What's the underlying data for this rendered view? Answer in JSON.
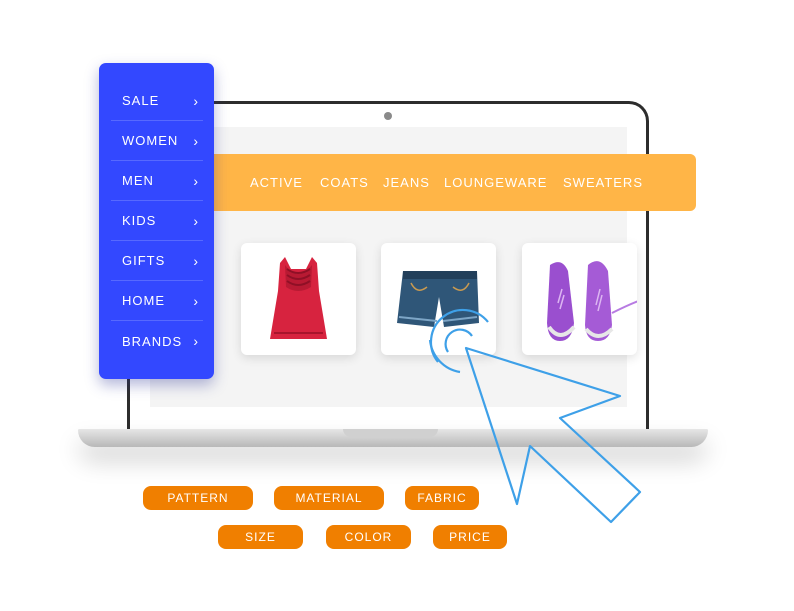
{
  "side_menu": {
    "items": [
      {
        "label": "SALE"
      },
      {
        "label": "WOMEN"
      },
      {
        "label": "MEN"
      },
      {
        "label": "KIDS"
      },
      {
        "label": "GIFTS"
      },
      {
        "label": "HOME"
      },
      {
        "label": "BRANDS"
      }
    ],
    "chevron": "›",
    "color": "#3348ff"
  },
  "category_bar": {
    "color": "#ffb547",
    "items": [
      {
        "label": "ACTIVE"
      },
      {
        "label": "COATS"
      },
      {
        "label": "JEANS"
      },
      {
        "label": "LOUNGEWARE"
      },
      {
        "label": "SWEATERS"
      }
    ]
  },
  "products": [
    {
      "icon": "red-blouse-icon"
    },
    {
      "icon": "denim-shorts-icon"
    },
    {
      "icon": "purple-sneakers-icon"
    }
  ],
  "filters": {
    "color": "#f07f00",
    "chips": [
      {
        "label": "PATTERN"
      },
      {
        "label": "MATERIAL"
      },
      {
        "label": "FABRIC"
      },
      {
        "label": "SIZE"
      },
      {
        "label": "COLOR"
      },
      {
        "label": "PRICE"
      }
    ]
  },
  "cursor": {
    "icon": "pointer-cursor-icon",
    "color": "#3ea0e8"
  }
}
